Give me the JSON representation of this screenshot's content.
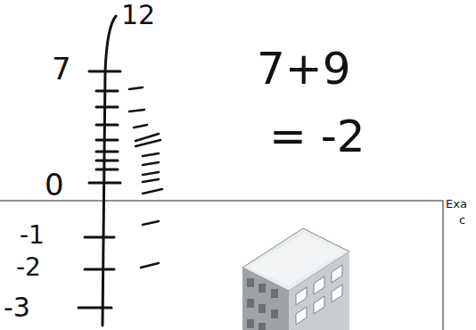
{
  "diagram": {
    "labels": [
      "12",
      "7",
      "7+9",
      "= -2",
      "0",
      "-1",
      "-2",
      "-3",
      "Exa",
      "c"
    ]
  }
}
